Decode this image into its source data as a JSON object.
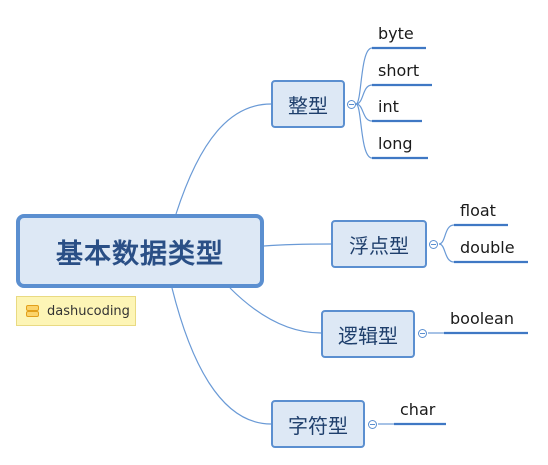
{
  "root": {
    "label": "基本数据类型"
  },
  "note": {
    "text": "dashucoding",
    "icon": "note-icon"
  },
  "branches": [
    {
      "label": "整型",
      "leaves": [
        "byte",
        "short",
        "int",
        "long"
      ]
    },
    {
      "label": "浮点型",
      "leaves": [
        "float",
        "double"
      ]
    },
    {
      "label": "逻辑型",
      "leaves": [
        "boolean"
      ]
    },
    {
      "label": "字符型",
      "leaves": [
        "char"
      ]
    }
  ],
  "colors": {
    "line": "#5b8fd0",
    "node_fill": "#dde8f5",
    "note_fill": "#fdf5b6"
  }
}
